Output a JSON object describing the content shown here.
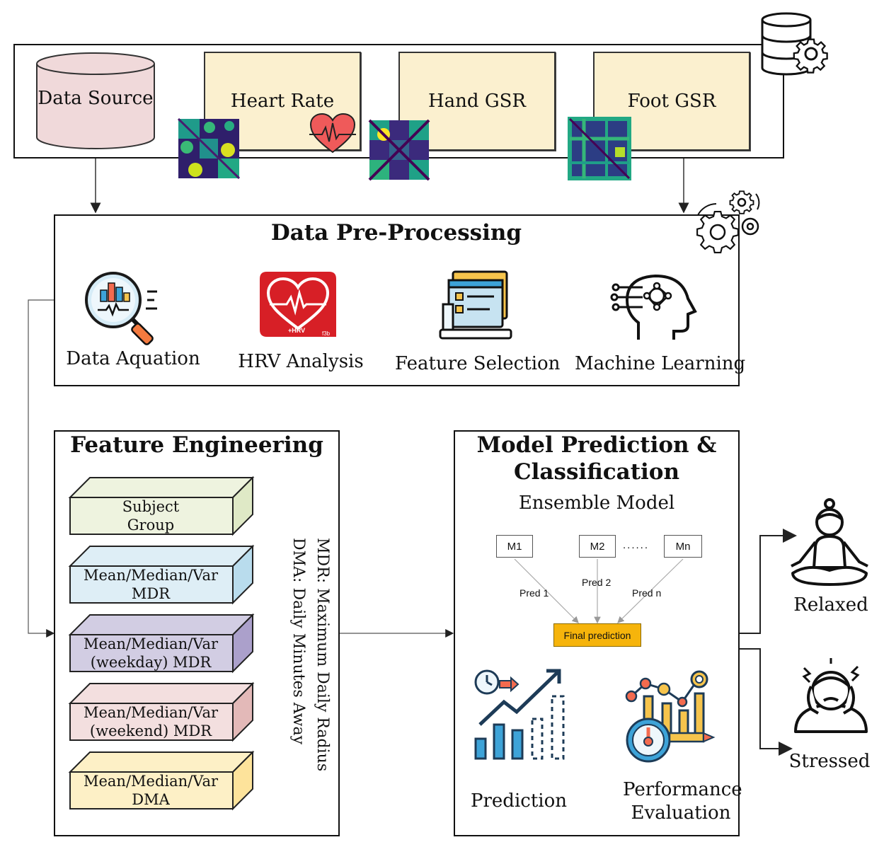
{
  "data_source": {
    "label": "Data Source",
    "signals": [
      "Heart Rate",
      "Hand GSR",
      "Foot GSR"
    ]
  },
  "preprocessing": {
    "title": "Data Pre-Processing",
    "steps": [
      "Data Aquation",
      "HRV Analysis",
      "Feature Selection",
      "Machine Learning"
    ],
    "hrv_icon_text": "+HRV",
    "hrv_icon_corner": "f3b"
  },
  "feature_engineering": {
    "title": "Feature Engineering",
    "blocks": [
      {
        "line1": "Subject",
        "line2": "Group",
        "color": "#eef3df",
        "side": "#dfe9c6"
      },
      {
        "line1": "Mean/Median/Var",
        "line2": "MDR",
        "color": "#deeef6",
        "side": "#b9dced"
      },
      {
        "line1": "Mean/Median/Var",
        "line2": "(weekday) MDR",
        "color": "#d2cde3",
        "side": "#aba0cb"
      },
      {
        "line1": "Mean/Median/Var",
        "line2": "(weekend) MDR",
        "color": "#f3dfdf",
        "side": "#e3b9b8"
      },
      {
        "line1": "Mean/Median/Var",
        "line2": "DMA",
        "color": "#fdf0c6",
        "side": "#fde39b"
      }
    ],
    "legend_line1": "MDR: Maximum Daily Radius",
    "legend_line2": "DMA: Daily Minutes Away"
  },
  "model": {
    "title_line1": "Model Prediction &",
    "title_line2": "Classification",
    "subtitle": "Ensemble Model",
    "models": [
      "M1",
      "M2",
      "Mn"
    ],
    "dots": "......",
    "preds": [
      "Pred 1",
      "Pred 2",
      "Pred n"
    ],
    "final": "Final prediction",
    "prediction_label": "Prediction",
    "performance_line1": "Performance",
    "performance_line2": "Evaluation"
  },
  "outcomes": {
    "relaxed": "Relaxed",
    "stressed": "Stressed"
  }
}
